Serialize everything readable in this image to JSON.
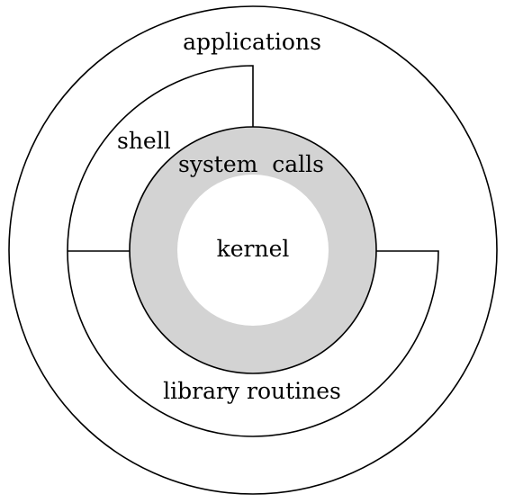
{
  "diagram": {
    "labels": {
      "applications": "applications",
      "shell": "shell",
      "system_calls": "system  calls",
      "kernel": "kernel",
      "library_routines": "library routines"
    },
    "colors": {
      "stroke": "#000000",
      "background": "#ffffff",
      "system_calls_ring": "#d3d3d3",
      "kernel_core": "#ffffff"
    }
  }
}
